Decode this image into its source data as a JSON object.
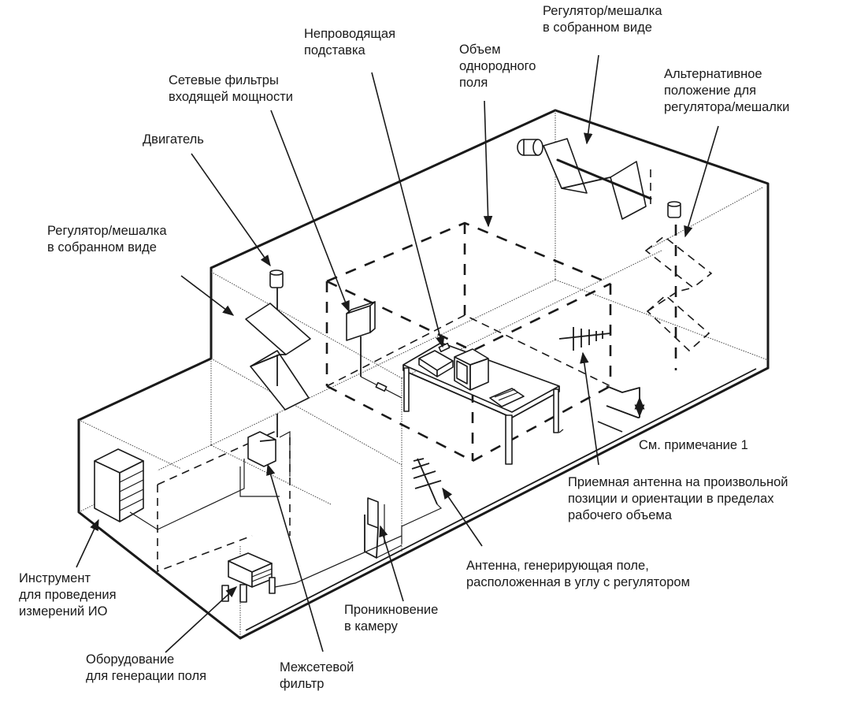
{
  "figure": {
    "description": "Isometric schematic of a shielded reverberation test chamber with stirrers, antennas, equipment and penetrations",
    "labels": {
      "non_conductive_stand": "Непроводящая\nподставка",
      "uniform_field_volume": "Объем\nоднородного\nполя",
      "stirrer_assembled_top": "Регулятор/мешалка\nв собранном виде",
      "power_line_filters": "Сетевые фильтры\nвходящей мощности",
      "motor": "Двигатель",
      "alternative_stirrer_position": "Альтернативное\nположение для\nрегулятора/мешалки",
      "stirrer_assembled_left": "Регулятор/мешалка\nв собранном виде",
      "see_note_1": "См. примечание 1",
      "receiving_antenna": "Приемная антенна на произвольной\nпозиции и ориентации в пределах\nрабочего объема",
      "field_generating_antenna": "Антенна, генерирующая поле,\nрасположенная в углу с регулятором",
      "measurement_instrument": "Инструмент\nдля проведения\nизмерений ИО",
      "chamber_penetration": "Проникновение\nв камеру",
      "field_generation_equipment": "Оборудование\nдля генерации поля",
      "bulkhead_filter": "Межсетевой\nфильтр"
    },
    "components": [
      "chamber-shell",
      "antechamber-shell",
      "uniform-field-volume",
      "stirrer-vertical",
      "stirrer-horizontal",
      "stirrer-alternative",
      "motor-vertical",
      "motor-horizontal",
      "power-filter-box",
      "test-table",
      "computer-monitor",
      "keyboard",
      "printer",
      "receiving-antenna",
      "transmitting-antenna",
      "instrument-rack",
      "signal-generator",
      "bulkhead-filter",
      "penetration-panel"
    ]
  }
}
